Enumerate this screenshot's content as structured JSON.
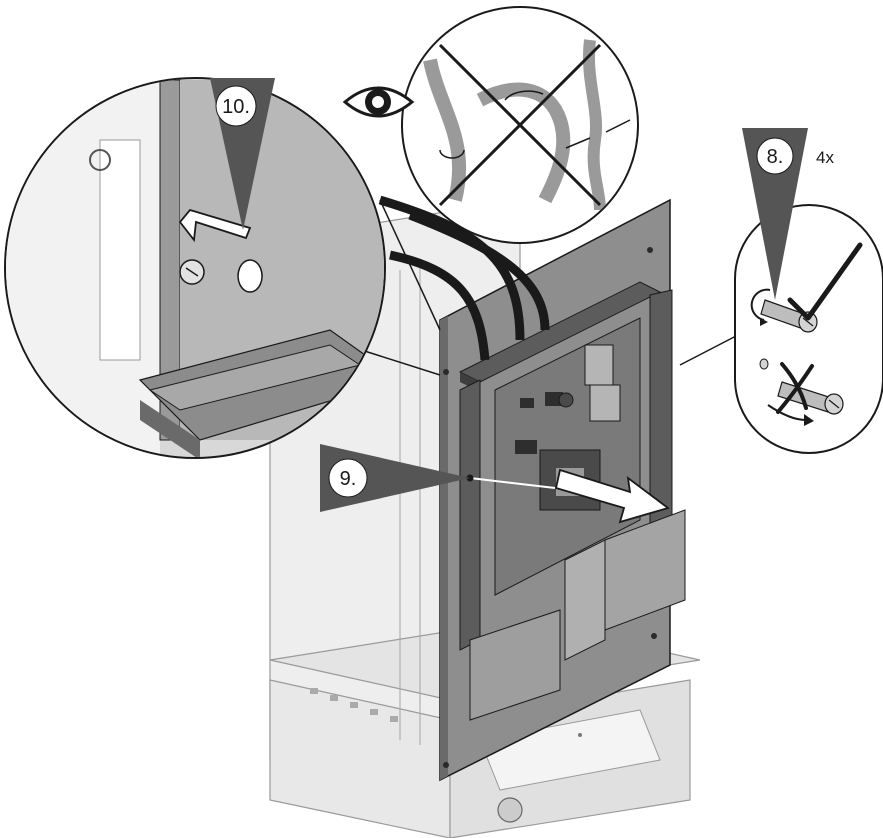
{
  "steps": [
    {
      "number": "10.",
      "description": ""
    },
    {
      "number": "8.",
      "quantity": "4x",
      "description": ""
    },
    {
      "number": "9.",
      "description": ""
    }
  ],
  "icons": {
    "inspect": "eye-icon",
    "correct": "check-icon",
    "incorrect": "cross-icon"
  },
  "colors": {
    "outline": "#1a1a1a",
    "panel": "#8e8e8e",
    "panel_dark": "#5c5c5c",
    "callout_fill": "#cfcfcf",
    "housing": "#d9d9d9",
    "pcb": "#4a4a4a",
    "arrow_outline": "#1a1a1a"
  }
}
